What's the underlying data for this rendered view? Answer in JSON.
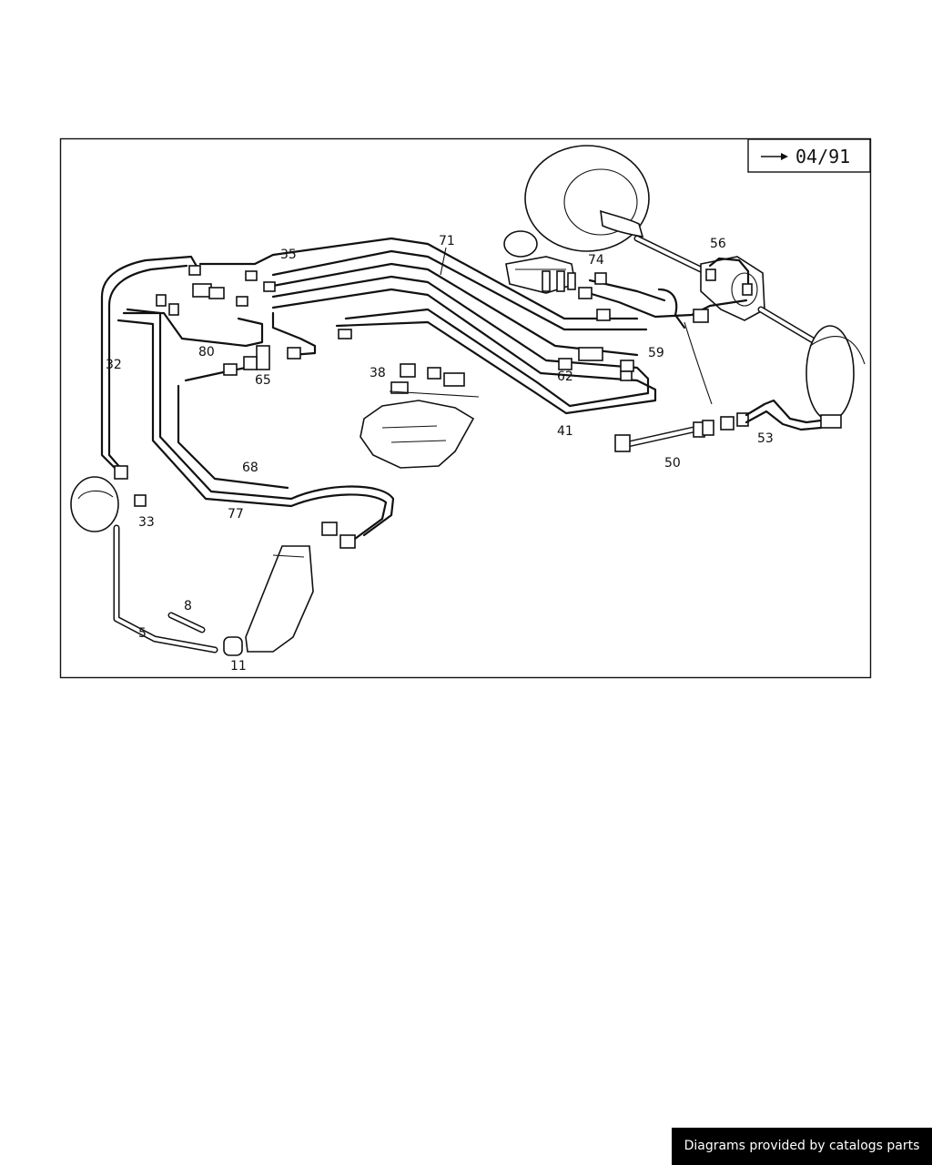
{
  "date_box": {
    "label": "04/91"
  },
  "callouts": [
    {
      "id": "c35",
      "text": "35"
    },
    {
      "id": "c71",
      "text": "71"
    },
    {
      "id": "c74",
      "text": "74"
    },
    {
      "id": "c56",
      "text": "56"
    },
    {
      "id": "c80",
      "text": "80"
    },
    {
      "id": "c32",
      "text": "32"
    },
    {
      "id": "c65",
      "text": "65"
    },
    {
      "id": "c38",
      "text": "38"
    },
    {
      "id": "c59",
      "text": "59"
    },
    {
      "id": "c62",
      "text": "62"
    },
    {
      "id": "c41",
      "text": "41"
    },
    {
      "id": "c53",
      "text": "53"
    },
    {
      "id": "c50",
      "text": "50"
    },
    {
      "id": "c68",
      "text": "68"
    },
    {
      "id": "c77",
      "text": "77"
    },
    {
      "id": "c33",
      "text": "33"
    },
    {
      "id": "c8",
      "text": "8"
    },
    {
      "id": "c5",
      "text": "5"
    },
    {
      "id": "c11",
      "text": "11"
    }
  ],
  "credit": {
    "text": "Diagrams provided by catalogs parts"
  }
}
